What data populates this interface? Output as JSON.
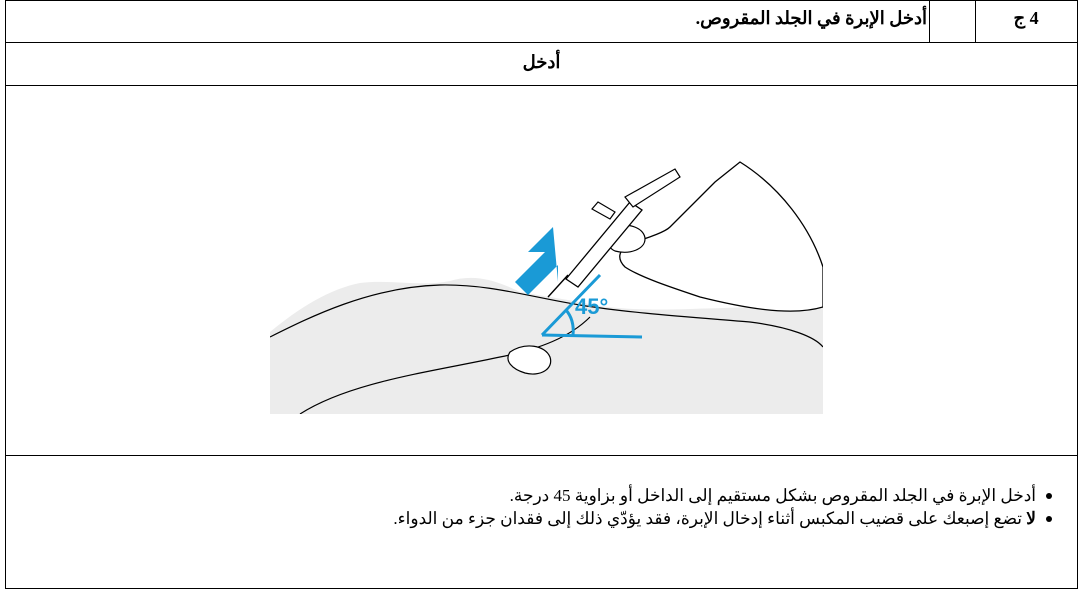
{
  "step": {
    "number": "4 ج",
    "title": "أدخل الإبرة في الجلد المقروص."
  },
  "section": {
    "header": "أدخل"
  },
  "illustration": {
    "angle_label": "45°",
    "accent_color": "#1a9ad6",
    "skin_fill": "#ececec"
  },
  "instructions": [
    {
      "emphasis": "",
      "text": "أدخل الإبرة في الجلد المقروص بشكل مستقيم إلى الداخل أو بزاوية 45 درجة."
    },
    {
      "emphasis": "لا",
      "text": " تضع إصبعك على قضيب المكبس أثناء إدخال الإبرة، فقد يؤدّي ذلك إلى فقدان جزء من الدواء."
    }
  ]
}
